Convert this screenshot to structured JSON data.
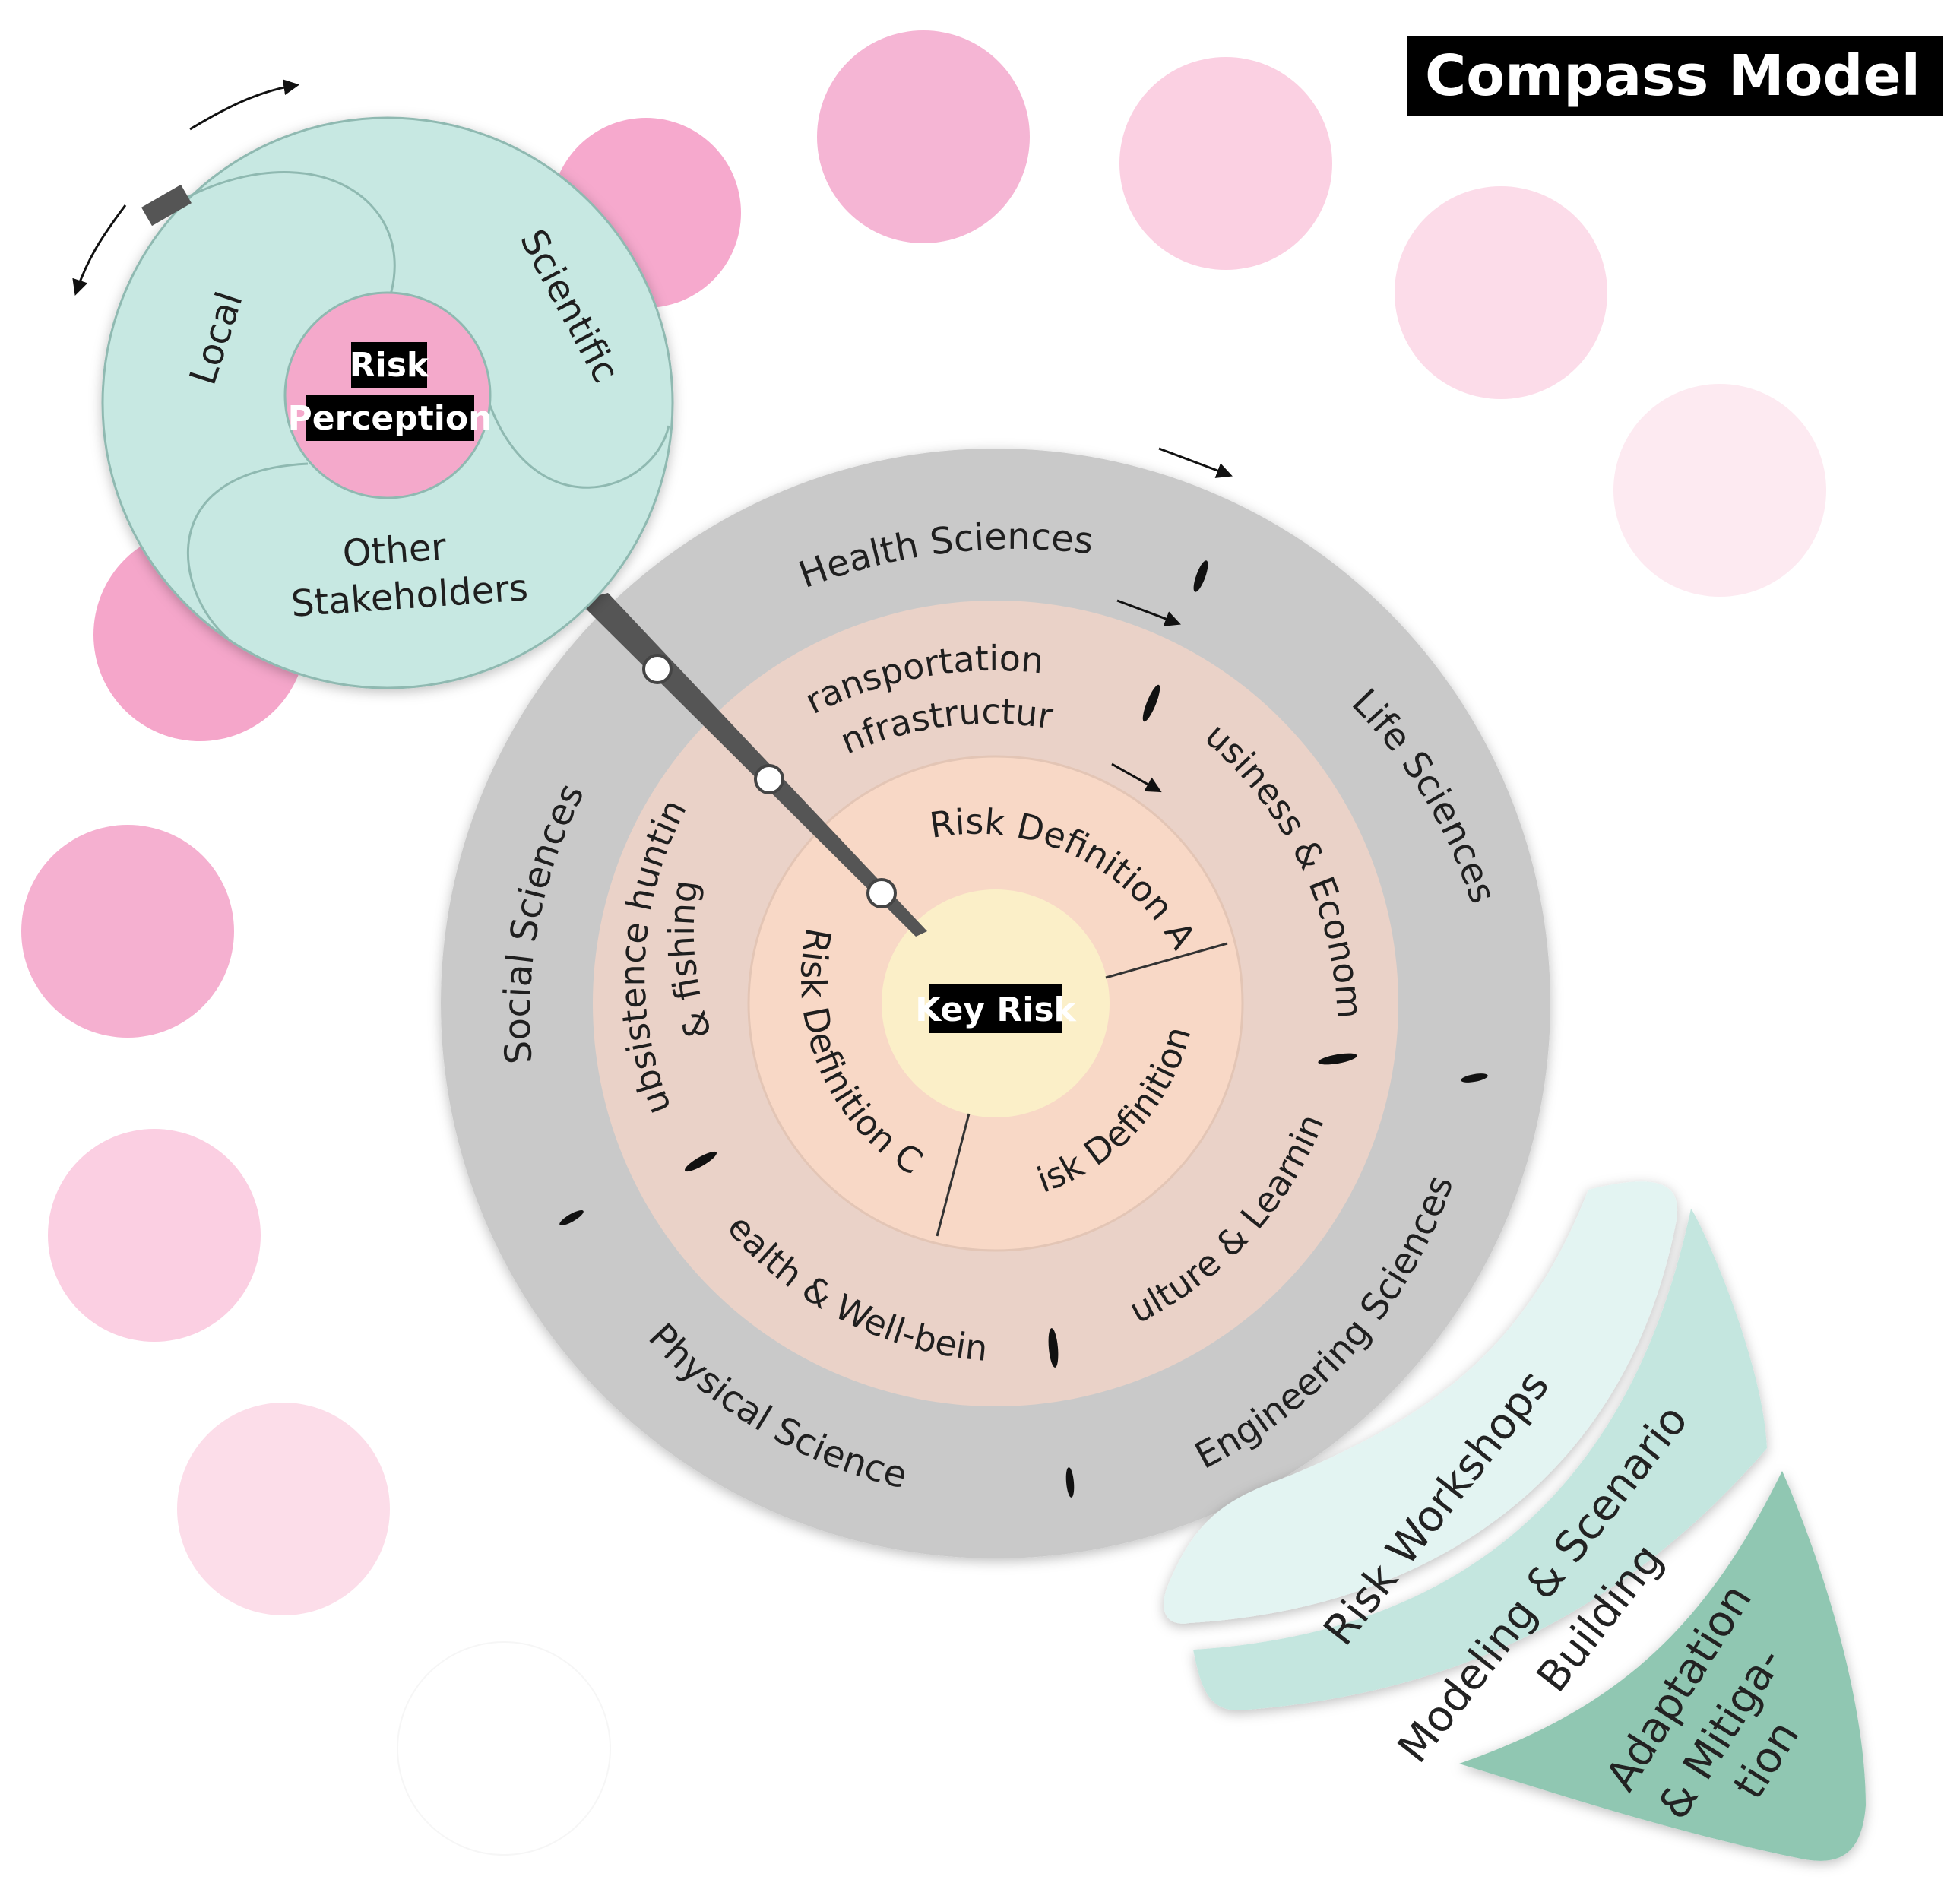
{
  "title": "Compass Model",
  "perception_wheel": {
    "center_label_line1": "Risk",
    "center_label_line2": "Perception",
    "segments": [
      "Local",
      "Scientific",
      "Other",
      "Stakeholders"
    ]
  },
  "outer_ring": {
    "labels": [
      "Health Sciences",
      "Life Sciences",
      "Engineering Sciences",
      "Physical Sciences",
      "Social Sciences"
    ]
  },
  "middle_ring": {
    "labels": [
      "Transportation &",
      "Infrastructure",
      "Business & Economy",
      "Culture & Learning",
      "Health & Well-being",
      "Subsistence hunting",
      "& fishing"
    ]
  },
  "inner_ring": {
    "labels": [
      "Risk Definition A",
      "Risk Definition B",
      "Risk Definition C"
    ]
  },
  "core": {
    "label": "Key Risk"
  },
  "funnel": {
    "stages": [
      "Risk Workshops",
      "Modeling & Scenario",
      "Building",
      "Adaptation",
      "& Mitiga-",
      "tion"
    ]
  },
  "colors": {
    "teal": "#c7e8e2",
    "pink": "#f4a9cb",
    "grey": "#c9c9c9",
    "peach": "#ead2c8",
    "light_peach": "#f8d8c6",
    "core": "#fbefc8",
    "funnel_light": "#e3f4f2",
    "funnel_mid": "#c4e6df",
    "funnel_dark": "#90c7b2"
  }
}
